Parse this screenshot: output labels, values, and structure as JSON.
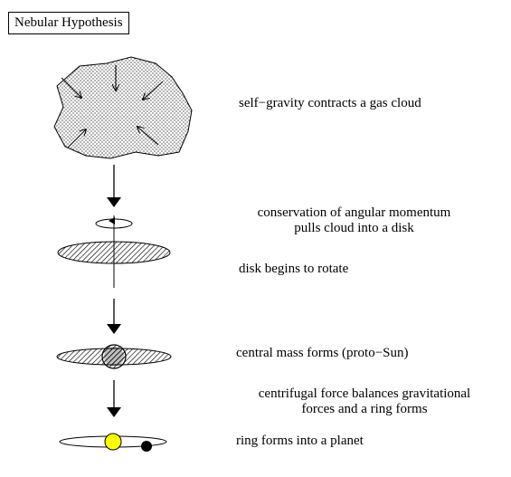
{
  "title": "Nebular Hypothesis",
  "steps": [
    {
      "label": "self−gravity contracts a gas cloud"
    },
    {
      "label_line1": "conservation of angular momentum",
      "label_line2": "pulls cloud into a disk"
    },
    {
      "label": "disk begins to rotate"
    },
    {
      "label": "central mass forms (proto−Sun)"
    },
    {
      "label_line1": "centrifugal force balances gravitational",
      "label_line2": "forces and a ring forms"
    },
    {
      "label": "ring forms into a planet"
    }
  ],
  "colors": {
    "line": "#000000",
    "background": "#ffffff",
    "sun": "#ffff00",
    "planet": "#000000"
  }
}
